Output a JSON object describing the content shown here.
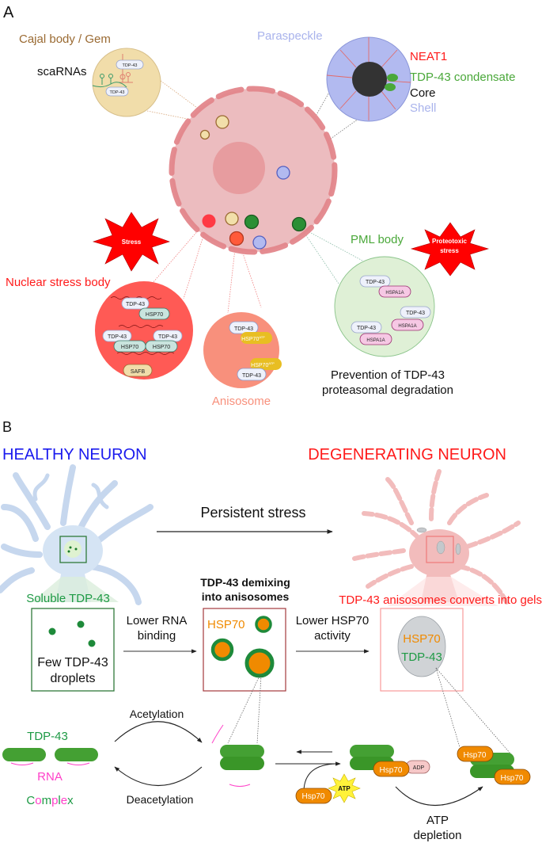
{
  "panel_a": {
    "letter": "A",
    "cajal": {
      "title": "Cajal body / Gem",
      "scarnas": "scaRNAs",
      "protein1": "TDP-43",
      "protein2": "TDP-43",
      "color": "#9a6a32"
    },
    "paraspeckle": {
      "title": "Paraspeckle",
      "neat1": "NEAT1",
      "condensate": "TDP-43 condensate",
      "core": "Core",
      "shell": "Shell",
      "title_color": "#a9b3ec"
    },
    "stress_star": "Stress",
    "proteotoxic_star_line1": "Proteotoxic",
    "proteotoxic_star_line2": "stress",
    "nuclear_stress_body": {
      "title": "Nuclear stress body",
      "pairs": [
        {
          "tdp": "TDP-43",
          "hsp": "HSP70"
        },
        {
          "tdp": "TDP-43",
          "hsp": "HSP70"
        },
        {
          "tdp": "TDP-43",
          "hsp": "HSP70"
        }
      ],
      "safb": "SAFB"
    },
    "anisosome": {
      "title": "Anisosome",
      "tdp1": "TDP-43",
      "hsp1": "HSP70",
      "hsp1_sup": "ATP",
      "tdp2": "TDP-43",
      "hsp2": "HSP70",
      "hsp2_sup": "ATP"
    },
    "pml": {
      "title": "PML body",
      "pairs": [
        {
          "tdp": "TDP-43",
          "hsp": "HSPA1A"
        },
        {
          "tdp": "TDP-43",
          "hsp": "HSPA1A"
        },
        {
          "tdp": "TDP-43",
          "hsp": "HSPA1A"
        }
      ],
      "caption_line1": "Prevention of TDP-43",
      "caption_line2": "proteasomal degradation"
    }
  },
  "panel_b": {
    "letter": "B",
    "healthy_title": "HEALTHY NEURON",
    "degenerating_title": "DEGENERATING NEURON",
    "persistent_stress": "Persistent stress",
    "soluble_label": "Soluble TDP-43",
    "few_droplets_line1": "Few TDP-43",
    "few_droplets_line2": "droplets",
    "lower_rna_line1": "Lower RNA",
    "lower_rna_line2": "binding",
    "demixing_line1": "TDP-43 demixing",
    "demixing_line2": "into anisosomes",
    "hsp70_label": "HSP70",
    "lower_hsp70_line1": "Lower HSP70",
    "lower_hsp70_line2": "activity",
    "gel_title": "TDP-43 anisosomes converts into gels",
    "gel_hsp70": "HSP70",
    "gel_tdp43": "TDP-43",
    "tdp43_label": "TDP-43",
    "rna_label": "RNA",
    "complex_letters": [
      "C",
      "o",
      "m",
      "p",
      "l",
      "e",
      "x"
    ],
    "acetylation": "Acetylation",
    "deacetylation": "Deacetylation",
    "hsp70_pill": "Hsp70",
    "atp_star": "ATP",
    "adp": "ADP",
    "atp_depletion_line1": "ATP",
    "atp_depletion_line2": "depletion"
  },
  "colors": {
    "red": "#ff1a1a",
    "green": "#1e9a45",
    "magenta": "#ff3fc8",
    "orange": "#f08a00",
    "blue": "#1a1aee",
    "nucleus_fill": "#ecbcbf",
    "nucleus_edge": "#e3868b"
  }
}
